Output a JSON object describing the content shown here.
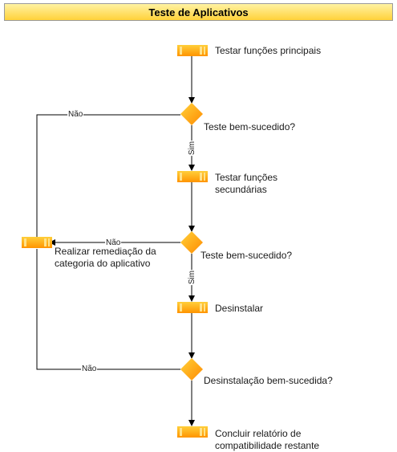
{
  "title": "Teste de Aplicativos",
  "steps": {
    "test_main": "Testar funções principais",
    "test_secondary_line1": "Testar funções",
    "test_secondary_line2": "secundárias",
    "uninstall": "Desinstalar",
    "remediate_line1": "Realizar remediação da",
    "remediate_line2": "categoria do aplicativo",
    "report_line1": "Concluir relatório de",
    "report_line2": "compatibilidade restante"
  },
  "decisions": {
    "d1": "Teste bem-sucedido?",
    "d2": "Teste bem-sucedido?",
    "d3": "Desinstalação bem-sucedida?"
  },
  "edge_labels": {
    "no": "Não",
    "yes": "Sim"
  },
  "colors": {
    "process_fill": "#ffa500",
    "process_stripe": "#ffd24a",
    "decision_fill": "#ff9e00",
    "line": "#000000"
  },
  "icons": {
    "process": "process-block-icon",
    "decision": "decision-diamond-icon"
  }
}
